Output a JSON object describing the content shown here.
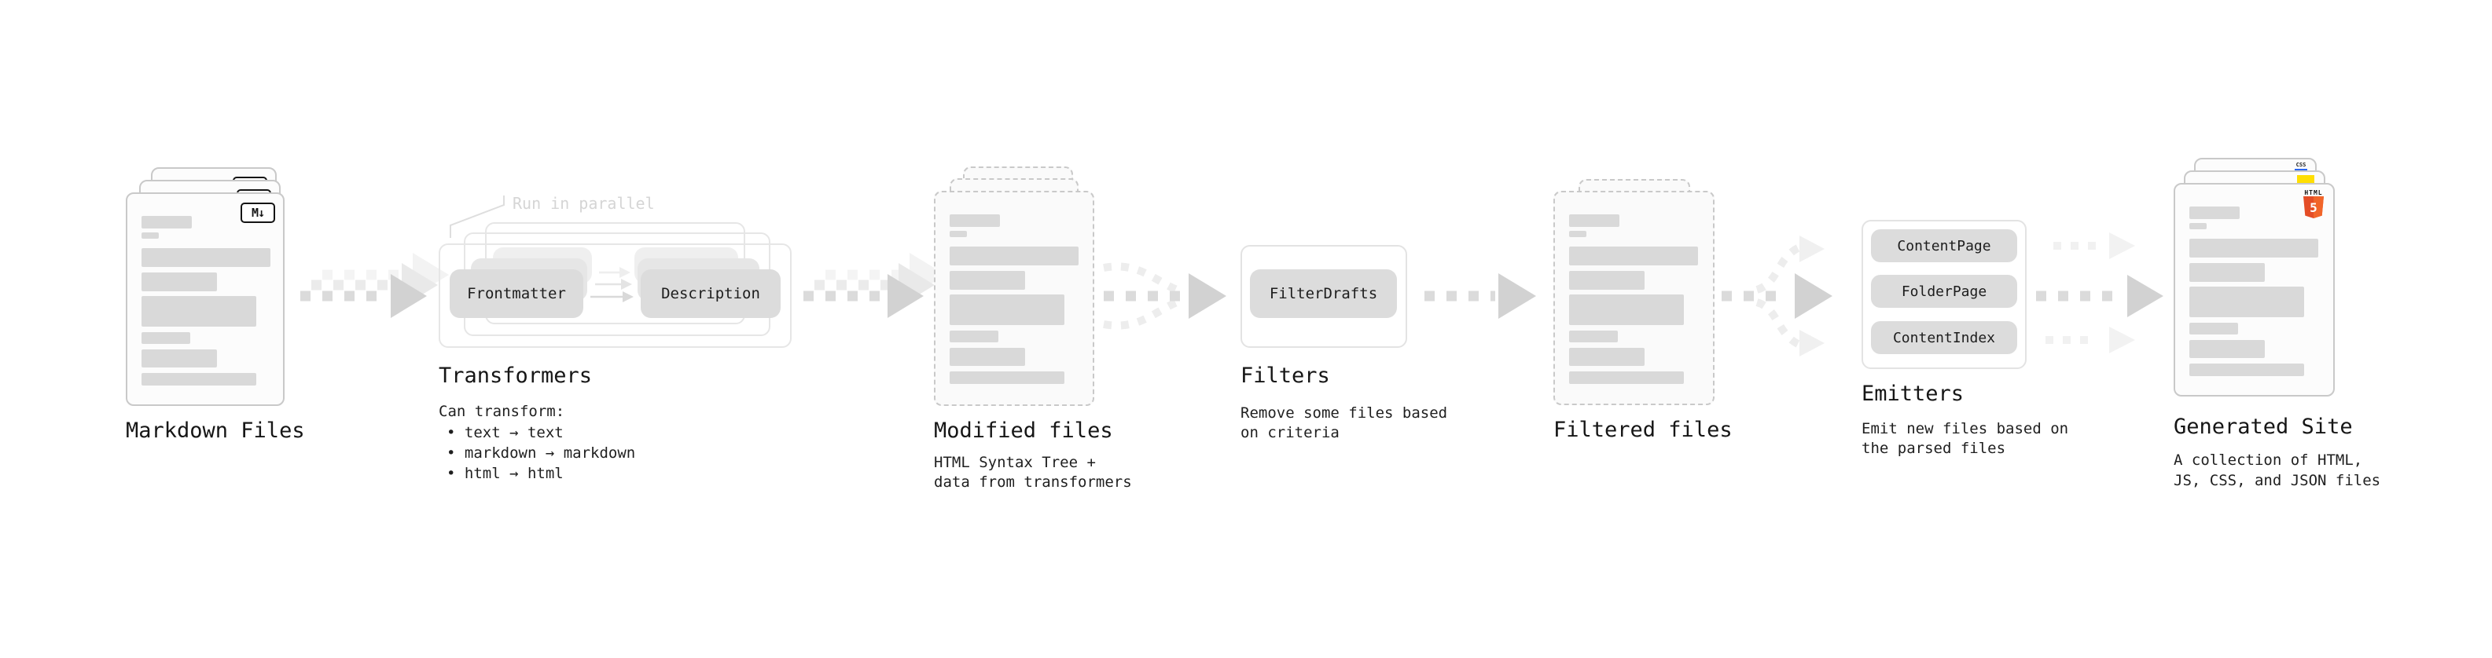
{
  "pipeline": {
    "markdown_files": {
      "label": "Markdown Files",
      "badge": "M↓"
    },
    "transformers": {
      "label": "Transformers",
      "annotation": "Run in parallel",
      "box_1": "Frontmatter",
      "box_2": "Description",
      "note_title": "Can transform:",
      "bullet_1": "• text → text",
      "bullet_2": "• markdown → markdown",
      "bullet_3": "• html → html"
    },
    "modified_files": {
      "label": "Modified files",
      "note_line_1": "HTML Syntax Tree +",
      "note_line_2": "data from transformers"
    },
    "filters": {
      "label": "Filters",
      "box_1": "FilterDrafts",
      "note_line_1": "Remove some files based",
      "note_line_2": "on criteria"
    },
    "filtered_files": {
      "label": "Filtered files"
    },
    "emitters": {
      "label": "Emitters",
      "box_1": "ContentPage",
      "box_2": "FolderPage",
      "box_3": "ContentIndex",
      "note_line_1": "Emit new files based on",
      "note_line_2": "the parsed files"
    },
    "generated_site": {
      "label": "Generated Site",
      "note_line_1": "A collection of HTML,",
      "note_line_2": "JS, CSS, and JSON files",
      "badge_html_text": "HTML",
      "badge_html_number": "5",
      "badge_css_text": "CSS"
    }
  },
  "colors": {
    "placeholder_bar": "#d9d9d9",
    "card_border": "#c9c9c9",
    "outline_border": "#e6e6e6",
    "chip_bg": "#dcdcdc",
    "arrow_front": "#dbdbdb",
    "arrow_head": "#d2d2d2",
    "annotation_text": "#d5d5d5",
    "text": "#1c1c1c",
    "html5_orange": "#e44d26",
    "html5_orange_light": "#f16529",
    "js_yellow": "#ffde00",
    "css_blue": "#2965f1"
  }
}
